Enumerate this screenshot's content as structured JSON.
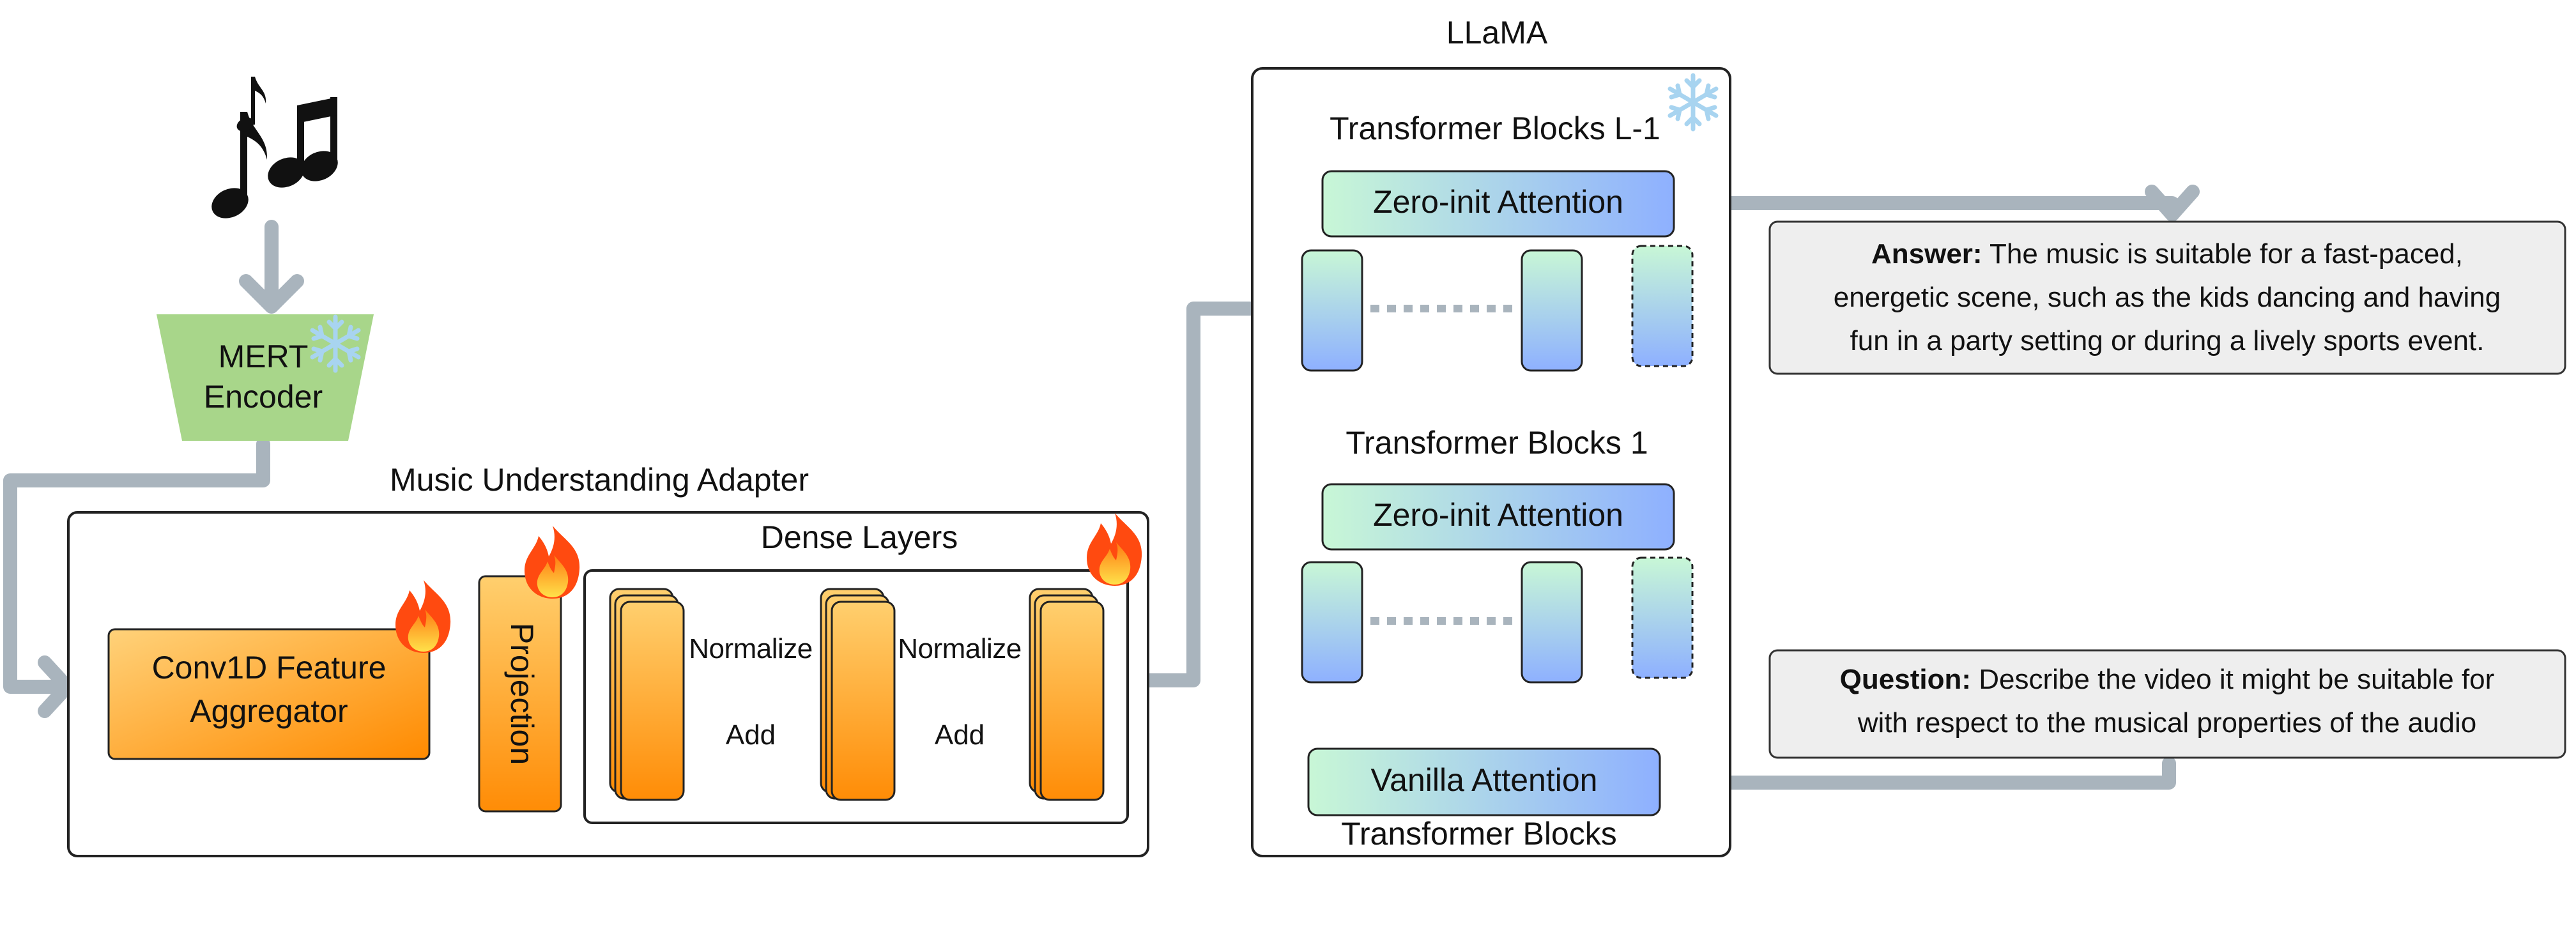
{
  "labels": {
    "mert": [
      "MERT",
      "Encoder"
    ],
    "adapter_title": "Music Understanding Adapter",
    "dense_title": "Dense Layers",
    "conv": [
      "Conv1D Feature",
      "Aggregator"
    ],
    "projection": "Projection",
    "normalize": "Normalize",
    "add": "Add",
    "llama_title": "LLaMA",
    "tb_top": "Transformer Blocks L-1",
    "tb_mid": "Transformer Blocks 1",
    "tb_bottom": "Transformer Blocks",
    "zero_init": "Zero-init Attention",
    "vanilla": "Vanilla Attention"
  },
  "answer": {
    "label": "Answer:",
    "lines": [
      " The music is suitable for a fast-paced,",
      "energetic scene, such as the kids dancing and having",
      "fun in a party setting or during a lively sports event."
    ]
  },
  "question": {
    "label": "Question:",
    "lines": [
      " Describe the video it might be suitable for",
      "with respect to the musical properties of the audio"
    ]
  },
  "icons": {
    "music": "music-notes-icon",
    "frozen": "snowflake-icon",
    "trainable": "fire-icon"
  },
  "colors": {
    "arrow": "#a9b4bd",
    "orange_light": "#ffd27a",
    "orange_dark": "#ff8a00",
    "green_light": "#c8f7d6",
    "blue_light": "#8eb0ff",
    "mert_green": "#a8d68a",
    "answer_bg": "#eeeeee",
    "snow": "#a8d4f0",
    "fire_outer": "#ff4a10",
    "fire_inner": "#ffc21a"
  }
}
